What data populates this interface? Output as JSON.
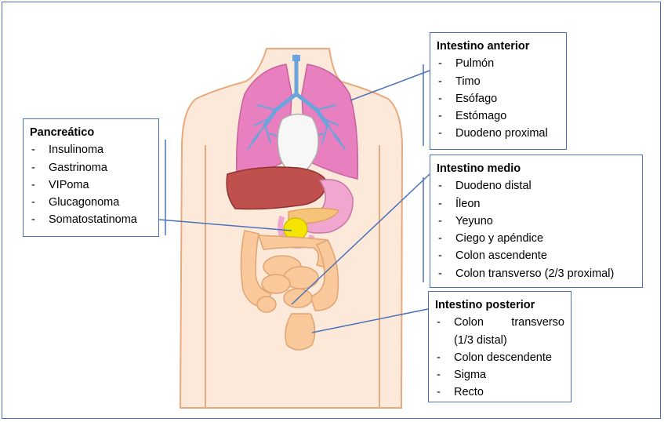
{
  "colors": {
    "frame": "#4a72b8",
    "skin": "#fde9d9",
    "skin_outline": "#e8a97e",
    "lung": "#e87fbf",
    "airway": "#6aa4dc",
    "heart": "#f7f7f7",
    "liver": "#c0504d",
    "stomach": "#f0a6cf",
    "pancreas": "#f6c37a",
    "pancreatic_tumor": "#f5e400",
    "intestine": "#f9c89b"
  },
  "boxes": {
    "pancreatico": {
      "title": "Pancreático",
      "items": [
        "Insulinoma",
        "Gastrinoma",
        "VIPoma",
        "Glucagonoma",
        "Somatostatinoma"
      ]
    },
    "anterior": {
      "title": "Intestino anterior",
      "items": [
        "Pulmón",
        "Timo",
        "Esófago",
        "Estómago",
        "Duodeno proximal"
      ]
    },
    "medio": {
      "title": "Intestino medio",
      "items": [
        "Duodeno distal",
        "Íleon",
        "Yeyuno",
        "Ciego y apéndice",
        "Colon ascendente",
        "Colon transverso (2/3 proximal)"
      ]
    },
    "posterior": {
      "title": "Intestino posterior",
      "item1_a": "Colon",
      "item1_b": "transverso",
      "item1_c": "(1/3 distal)",
      "items": [
        "Colon descendente",
        "Sigma",
        "Recto"
      ]
    }
  }
}
